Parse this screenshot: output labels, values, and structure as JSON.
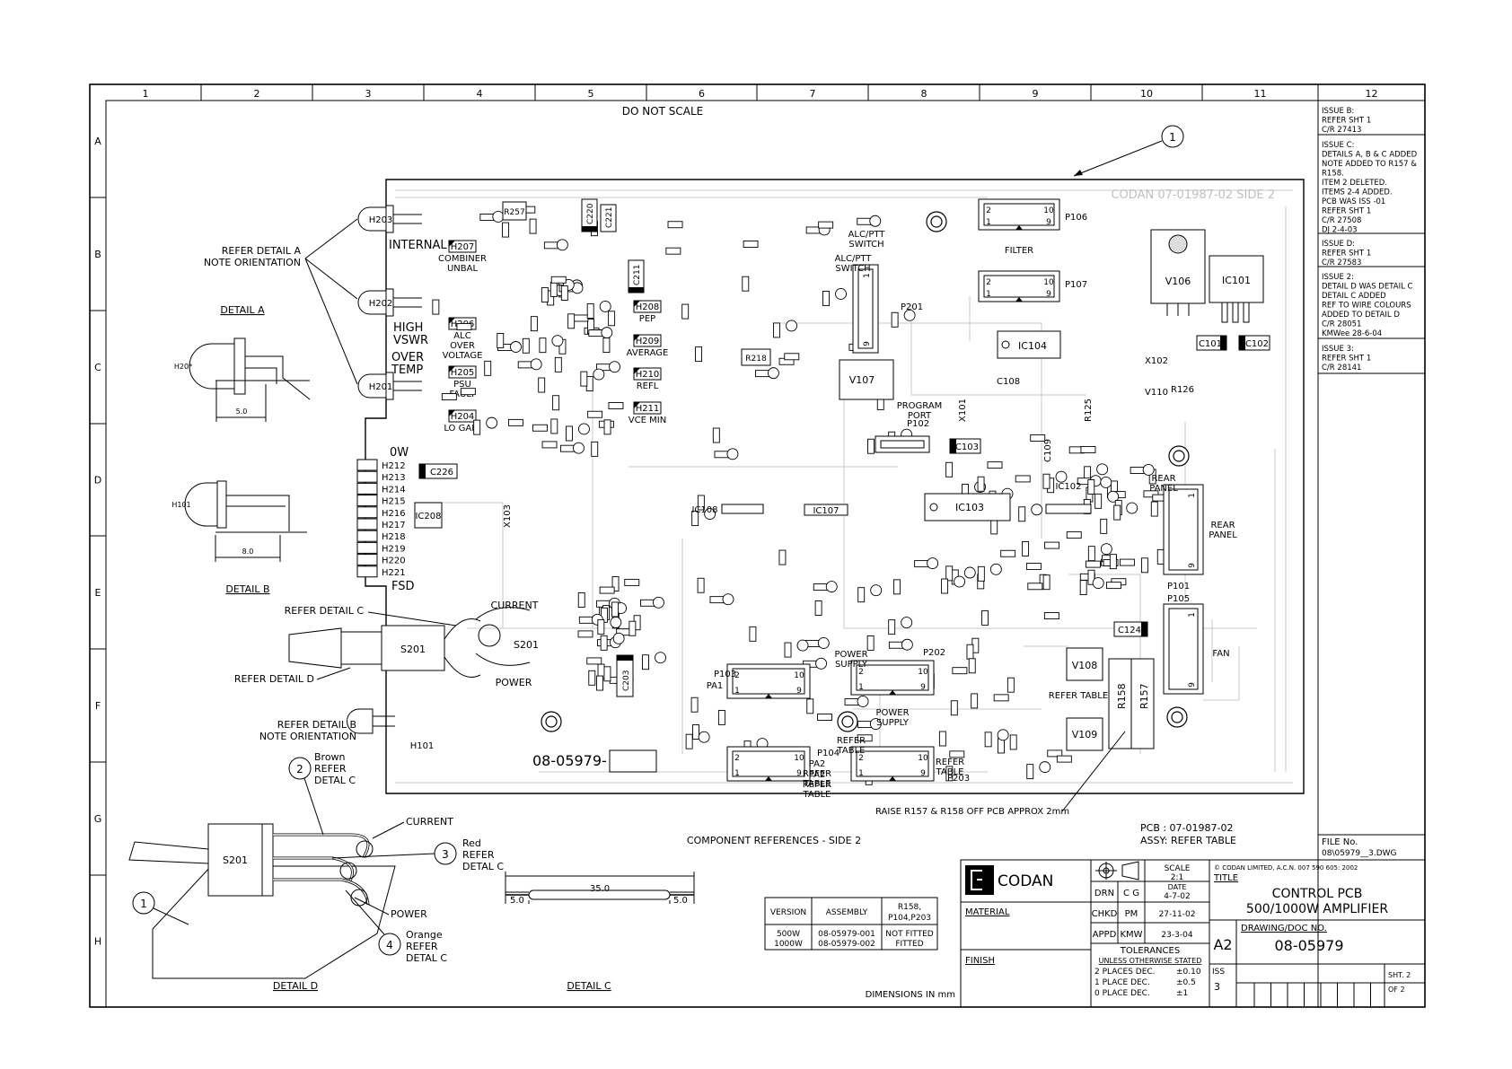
{
  "border": {
    "columns": [
      "1",
      "2",
      "3",
      "4",
      "5",
      "6",
      "7",
      "8",
      "9",
      "10",
      "11",
      "12"
    ],
    "rows": [
      "A",
      "B",
      "C",
      "D",
      "E",
      "F",
      "G",
      "H"
    ]
  },
  "header_note": "DO NOT SCALE",
  "balloon_main": "1",
  "pcb": {
    "side_label": "CODAN 07-01987-02  SIDE 2",
    "bottom_id": "08-05979-",
    "leds": [
      "H203",
      "H202",
      "H201"
    ],
    "led_labels": [
      "INTERNAL",
      "HIGH",
      "VSWR",
      "OVER",
      "TEMP"
    ],
    "panel_leds": [
      {
        "id": "H207",
        "text": [
          "COMBINER",
          "UNBAL"
        ]
      },
      {
        "id": "H206",
        "text": [
          "ALC",
          "OVER",
          "VOLTAGE"
        ]
      },
      {
        "id": "H205",
        "text": [
          "PSU",
          "FAULT"
        ]
      },
      {
        "id": "H204",
        "text": [
          "LO GAIN"
        ]
      },
      {
        "id": "H208",
        "text": [
          "PEP"
        ]
      },
      {
        "id": "H209",
        "text": [
          "AVERAGE"
        ]
      },
      {
        "id": "H210",
        "text": [
          "REFL"
        ]
      },
      {
        "id": "H211",
        "text": [
          "VCE MIN"
        ]
      }
    ],
    "bargraph_top": "0W",
    "bargraph": [
      "H212",
      "H213",
      "H214",
      "H215",
      "H216",
      "H217",
      "H218",
      "H219",
      "H220",
      "H221"
    ],
    "bargraph_bottom": "FSD",
    "connectors": [
      {
        "id": "P106",
        "name": "FILTER"
      },
      {
        "id": "P107",
        "name": ""
      },
      {
        "id": "P201",
        "name": "ALC/PTT SWITCH"
      },
      {
        "id": "P101",
        "name": "REAR PANEL"
      },
      {
        "id": "P105",
        "name": "FAN"
      },
      {
        "id": "P103",
        "name": "PA1"
      },
      {
        "id": "P202",
        "name": "POWER SUPPLY"
      },
      {
        "id": "P104",
        "name": "PA2 REFER TABLE"
      },
      {
        "id": "P203",
        "name": "REFER TABLE"
      },
      {
        "id": "P102",
        "name": "PROGRAM PORT"
      }
    ],
    "parts": [
      "V106",
      "IC101",
      "IC104",
      "C101",
      "C102",
      "V107",
      "V108",
      "V109",
      "R158",
      "R157",
      "IC208",
      "C226",
      "C124",
      "C103",
      "IC103",
      "IC107",
      "IC108",
      "IC102",
      "S201",
      "C203",
      "R257",
      "C220",
      "C221",
      "C211",
      "R218",
      "X101",
      "X102",
      "X103",
      "V110",
      "R126",
      "R125",
      "C108",
      "C109",
      "REFER TABLE"
    ],
    "pin_labels": [
      "2",
      "1",
      "10",
      "9"
    ],
    "wire_labels": [
      "CURRENT",
      "POWER",
      "S201"
    ]
  },
  "callouts": {
    "detail_a": "REFER DETAIL A NOTE ORIENTATION",
    "detail_c": "REFER DETAIL C",
    "detail_d": "REFER DETAIL D",
    "detail_b": "REFER DETAIL B NOTE ORIENTATION",
    "raise": "RAISE R157 & R158 OFF PCB APPROX 2mm"
  },
  "detail_a": {
    "title": "DETAIL A",
    "part": "H20*",
    "dim": "5.0"
  },
  "detail_b": {
    "title": "DETAIL B",
    "part": "H101",
    "dim": "8.0"
  },
  "detail_d": {
    "title": "DETAIL D",
    "switch": "S201",
    "balloon": "1",
    "wires": [
      {
        "num": "2",
        "lines": [
          "Brown",
          "REFER",
          "DETAL C"
        ]
      },
      {
        "num": "3",
        "lines": [
          "Red",
          "REFER",
          "DETAL C"
        ]
      },
      {
        "num": "4",
        "lines": [
          "Orange",
          "REFER",
          "DETAL C"
        ]
      }
    ],
    "labels": [
      "CURRENT",
      "POWER"
    ]
  },
  "detail_c": {
    "title": "DETAIL C",
    "overall": "35.0",
    "left": "5.0",
    "right": "5.0"
  },
  "component_refs": "COMPONENT REFERENCES - SIDE 2",
  "pcb_ref": [
    "PCB : 07-01987-02",
    "ASSY: REFER TABLE"
  ],
  "version_table": {
    "headers": [
      "VERSION",
      "ASSEMBLY",
      "R158, P104,P203"
    ],
    "rows": [
      [
        "500W",
        "08-05979-001",
        "NOT FITTED"
      ],
      [
        "1000W",
        "08-05979-002",
        "FITTED"
      ]
    ]
  },
  "dimensions_note": "DIMENSIONS IN mm",
  "revisions": [
    {
      "lines": [
        "ISSUE B:",
        "REFER SHT 1",
        "C/R 27413"
      ]
    },
    {
      "lines": [
        "ISSUE C:",
        "DETAILS A, B & C ADDED",
        "NOTE ADDED TO R157 &",
        "R158.",
        "ITEM 2 DELETED.",
        "ITEMS 2-4 ADDED.",
        "PCB WAS ISS -01",
        "REFER SHT 1",
        "C/R 27508",
        "DJ 2-4-03"
      ]
    },
    {
      "lines": [
        "ISSUE D:",
        "REFER SHT 1",
        "C/R 27583"
      ]
    },
    {
      "lines": [
        "ISSUE 2:",
        "DETAIL D WAS DETAIL C",
        "DETAIL C ADDED",
        "REF TO WIRE COLOURS",
        "ADDED TO DETAIL D",
        "C/R 28051",
        "KMWee 28-6-04"
      ]
    },
    {
      "lines": [
        "ISSUE 3:",
        "REFER SHT 1",
        "C/R 28141"
      ]
    }
  ],
  "file": {
    "label": "FILE No.",
    "value": "08\\05979__3.DWG"
  },
  "title_block": {
    "company": "CODAN",
    "material": "MATERIAL",
    "finish": "FINISH",
    "scale_label": "SCALE",
    "scale_value": "2:1",
    "date_label": "DATE",
    "date_value": "4-7-02",
    "drn_label": "DRN",
    "drn_value": "C G",
    "chkd_label": "CHKD",
    "chkd_value": "PM",
    "chkd_date": "27-11-02",
    "appd_label": "APPD",
    "appd_value": "KMW",
    "appd_date": "23-3-04",
    "tolerances": "TOLERANCES",
    "unless": "UNLESS OTHERWISE STATED",
    "tol_rows": [
      [
        "2 PLACES DEC.",
        "±0.10"
      ],
      [
        "1 PLACE DEC.",
        "±0.5"
      ],
      [
        "0 PLACE DEC.",
        "±1"
      ]
    ],
    "copyright": "© CODAN LIMITED, A.C.N. 007 590 605: 2002",
    "title_label": "TITLE",
    "title_1": "CONTROL PCB",
    "title_2": "500/1000W AMPLIFIER",
    "size": "A2",
    "doc_label": "DRAWING/DOC NO.",
    "doc_no": "08-05979",
    "iss_label": "ISS",
    "iss_value": "3",
    "sht": "SHT. 2",
    "of": "OF  2"
  }
}
